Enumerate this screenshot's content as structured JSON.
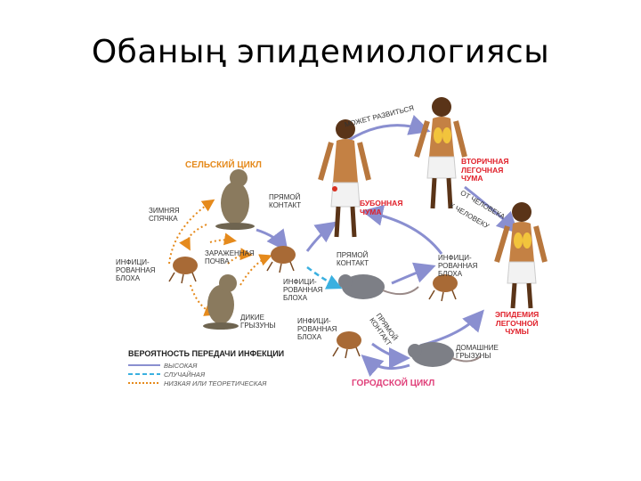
{
  "slide": {
    "title": "Обаның эпидемиологиясы"
  },
  "diagram": {
    "rural_cycle": "СЕЛЬСКИЙ ЦИКЛ",
    "urban_cycle": "ГОРОДСКОЙ ЦИКЛ",
    "hibernation": "ЗИМНЯЯ\nСПЯЧКА",
    "direct_contact_top": "ПРЯМОЙ\nКОНТАКТ",
    "infected_flea_left": "ИНФИЦИ-\nРОВАННАЯ\nБЛОХА",
    "contaminated_soil": "ЗАРАЖЕННАЯ\nПОЧВА",
    "wild_rodents": "ДИКИЕ\nГРЫЗУНЫ",
    "infected_flea_center": "ИНФИЦИ-\nРОВАННАЯ\nБЛОХА",
    "direct_contact_mid": "ПРЯМОЙ\nКОНТАКТ",
    "infected_flea_right": "ИНФИЦИ-\nРОВАННАЯ\nБЛОХА",
    "infected_flea_bottom": "ИНФИЦИ-\nРОВАННАЯ\nБЛОХА",
    "direct_contact_diag": "ПРЯМОЙ\nКОНТАКТ",
    "domestic_rodents": "ДОМАШНИЕ\nГРЫЗУНЫ",
    "bubonic_plague": "БУБОННАЯ\nЧУМА",
    "may_develop": "МОЖЕТ РАЗВИТЬСЯ",
    "secondary_pneumonic": "ВТОРИЧНАЯ\nЛЕГОЧНАЯ\nЧУМА",
    "person_to_person_1": "ОТ ЧЕЛОВЕКА",
    "person_to_person_2": "К ЧЕЛОВЕКУ",
    "pneumonic_epidemic": "ЭПИДЕМИЯ\nЛЕГОЧНОЙ\nЧУМЫ"
  },
  "legend": {
    "title": "ВЕРОЯТНОСТЬ ПЕРЕДАЧИ ИНФЕКЦИИ",
    "items": [
      {
        "label": "ВЫСОКАЯ",
        "color": "#8a8fd0",
        "style": "solid"
      },
      {
        "label": "СЛУЧАЙНАЯ",
        "color": "#3ab0e0",
        "style": "dashed"
      },
      {
        "label": "НИЗКАЯ ИЛИ ТЕОРЕТИЧЕСКАЯ",
        "color": "#e58a1c",
        "style": "dotted"
      }
    ]
  },
  "colors": {
    "high": "#8a8fd0",
    "random": "#3ab0e0",
    "low": "#e58a1c",
    "rural": "#e58a1c",
    "urban": "#e0407a",
    "alert": "#e0202a"
  }
}
